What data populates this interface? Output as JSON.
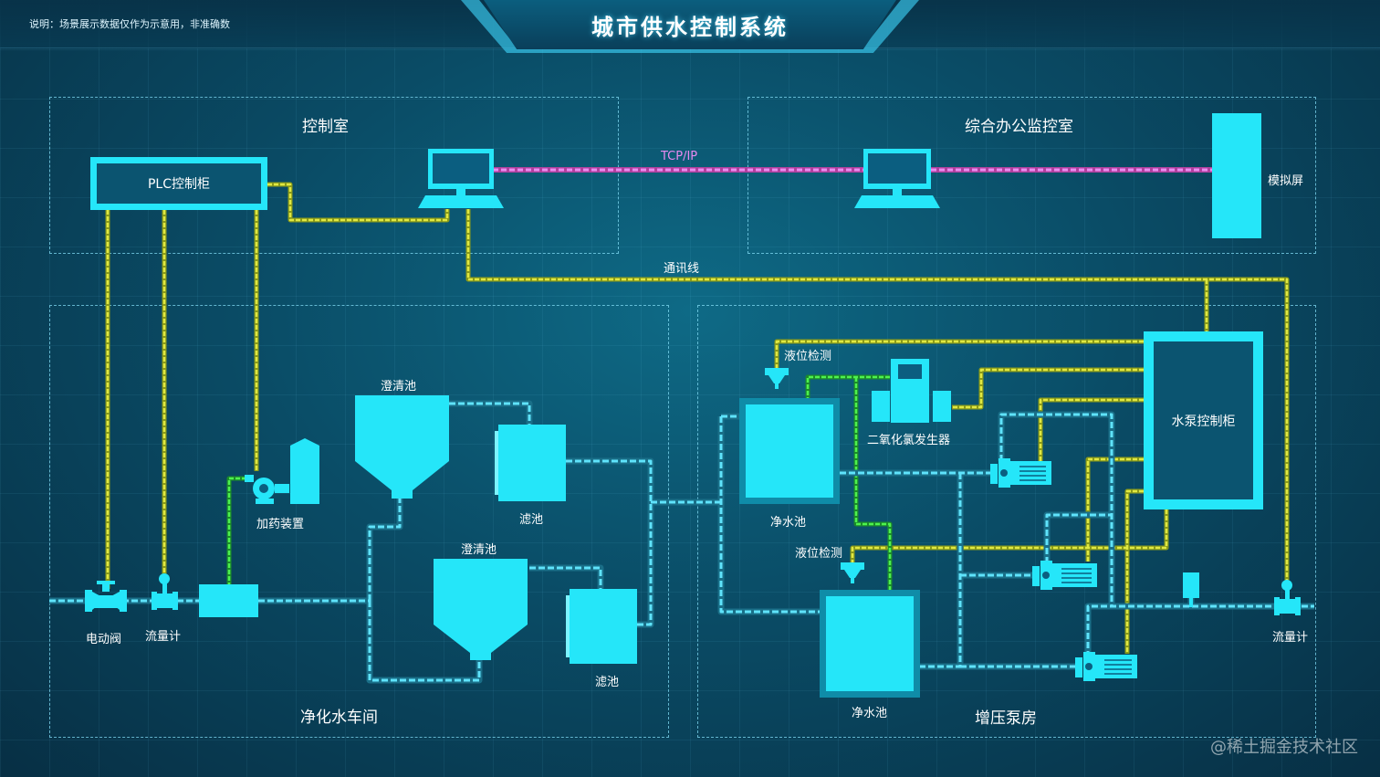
{
  "header": {
    "note": "说明：场景展示数据仅作为示意用，非准确数",
    "title": "城市供水控制系统"
  },
  "regions": {
    "control_room": "控制室",
    "office_monitor_room": "综合办公监控室",
    "purification_workshop": "净化水车间",
    "booster_pump_room": "增压泵房"
  },
  "links": {
    "tcp_ip": "TCP/IP",
    "comm_line": "通讯线"
  },
  "equipment": {
    "plc_cabinet": "PLC控制柜",
    "simulation_screen": "模拟屏",
    "pump_control_cabinet": "水泵控制柜",
    "electric_valve": "电动阀",
    "flow_meter_left": "流量计",
    "flow_meter_right": "流量计",
    "dosing_device": "加药装置",
    "clarifier_1": "澄清池",
    "clarifier_2": "澄清池",
    "filter_1": "滤池",
    "filter_2": "滤池",
    "clean_pool_1": "净水池",
    "clean_pool_2": "净水池",
    "level_detect_1": "液位检测",
    "level_detect_2": "液位检测",
    "chlorine_dioxide_generator": "二氧化氯发生器"
  },
  "watermark": "@稀土掘金技术社区",
  "colors": {
    "equipment": "#25e6f9",
    "water_pipe": "#38c8e4",
    "signal_line": "#c9d93a",
    "dosing_line": "#39d83c",
    "tcp_line": "#d46fe0"
  }
}
